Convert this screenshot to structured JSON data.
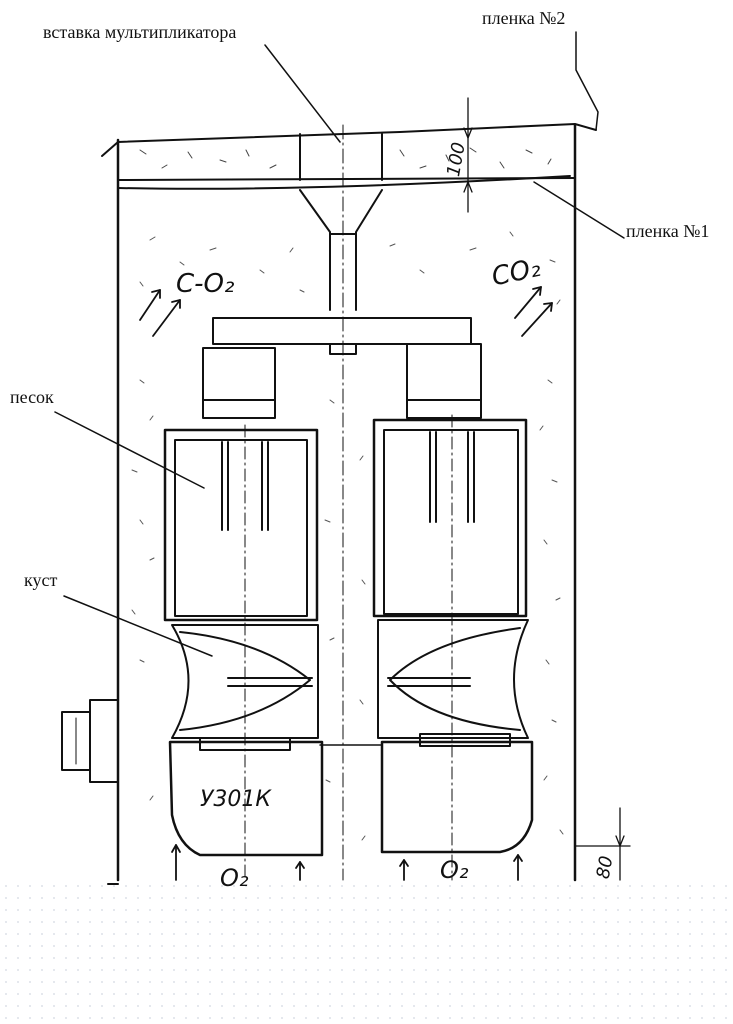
{
  "labels": {
    "insert": "вставка мультипликатора",
    "film2": "пленка №2",
    "film1": "пленка №1",
    "sand": "песок",
    "bush": "куст"
  },
  "drawing": {
    "co2_left": "C-O₂",
    "co2_right": "CO₂",
    "o2_left": "O₂",
    "o2_right": "O₂",
    "dim_top": "100",
    "dim_bottom": "80",
    "mark": "У301К"
  }
}
